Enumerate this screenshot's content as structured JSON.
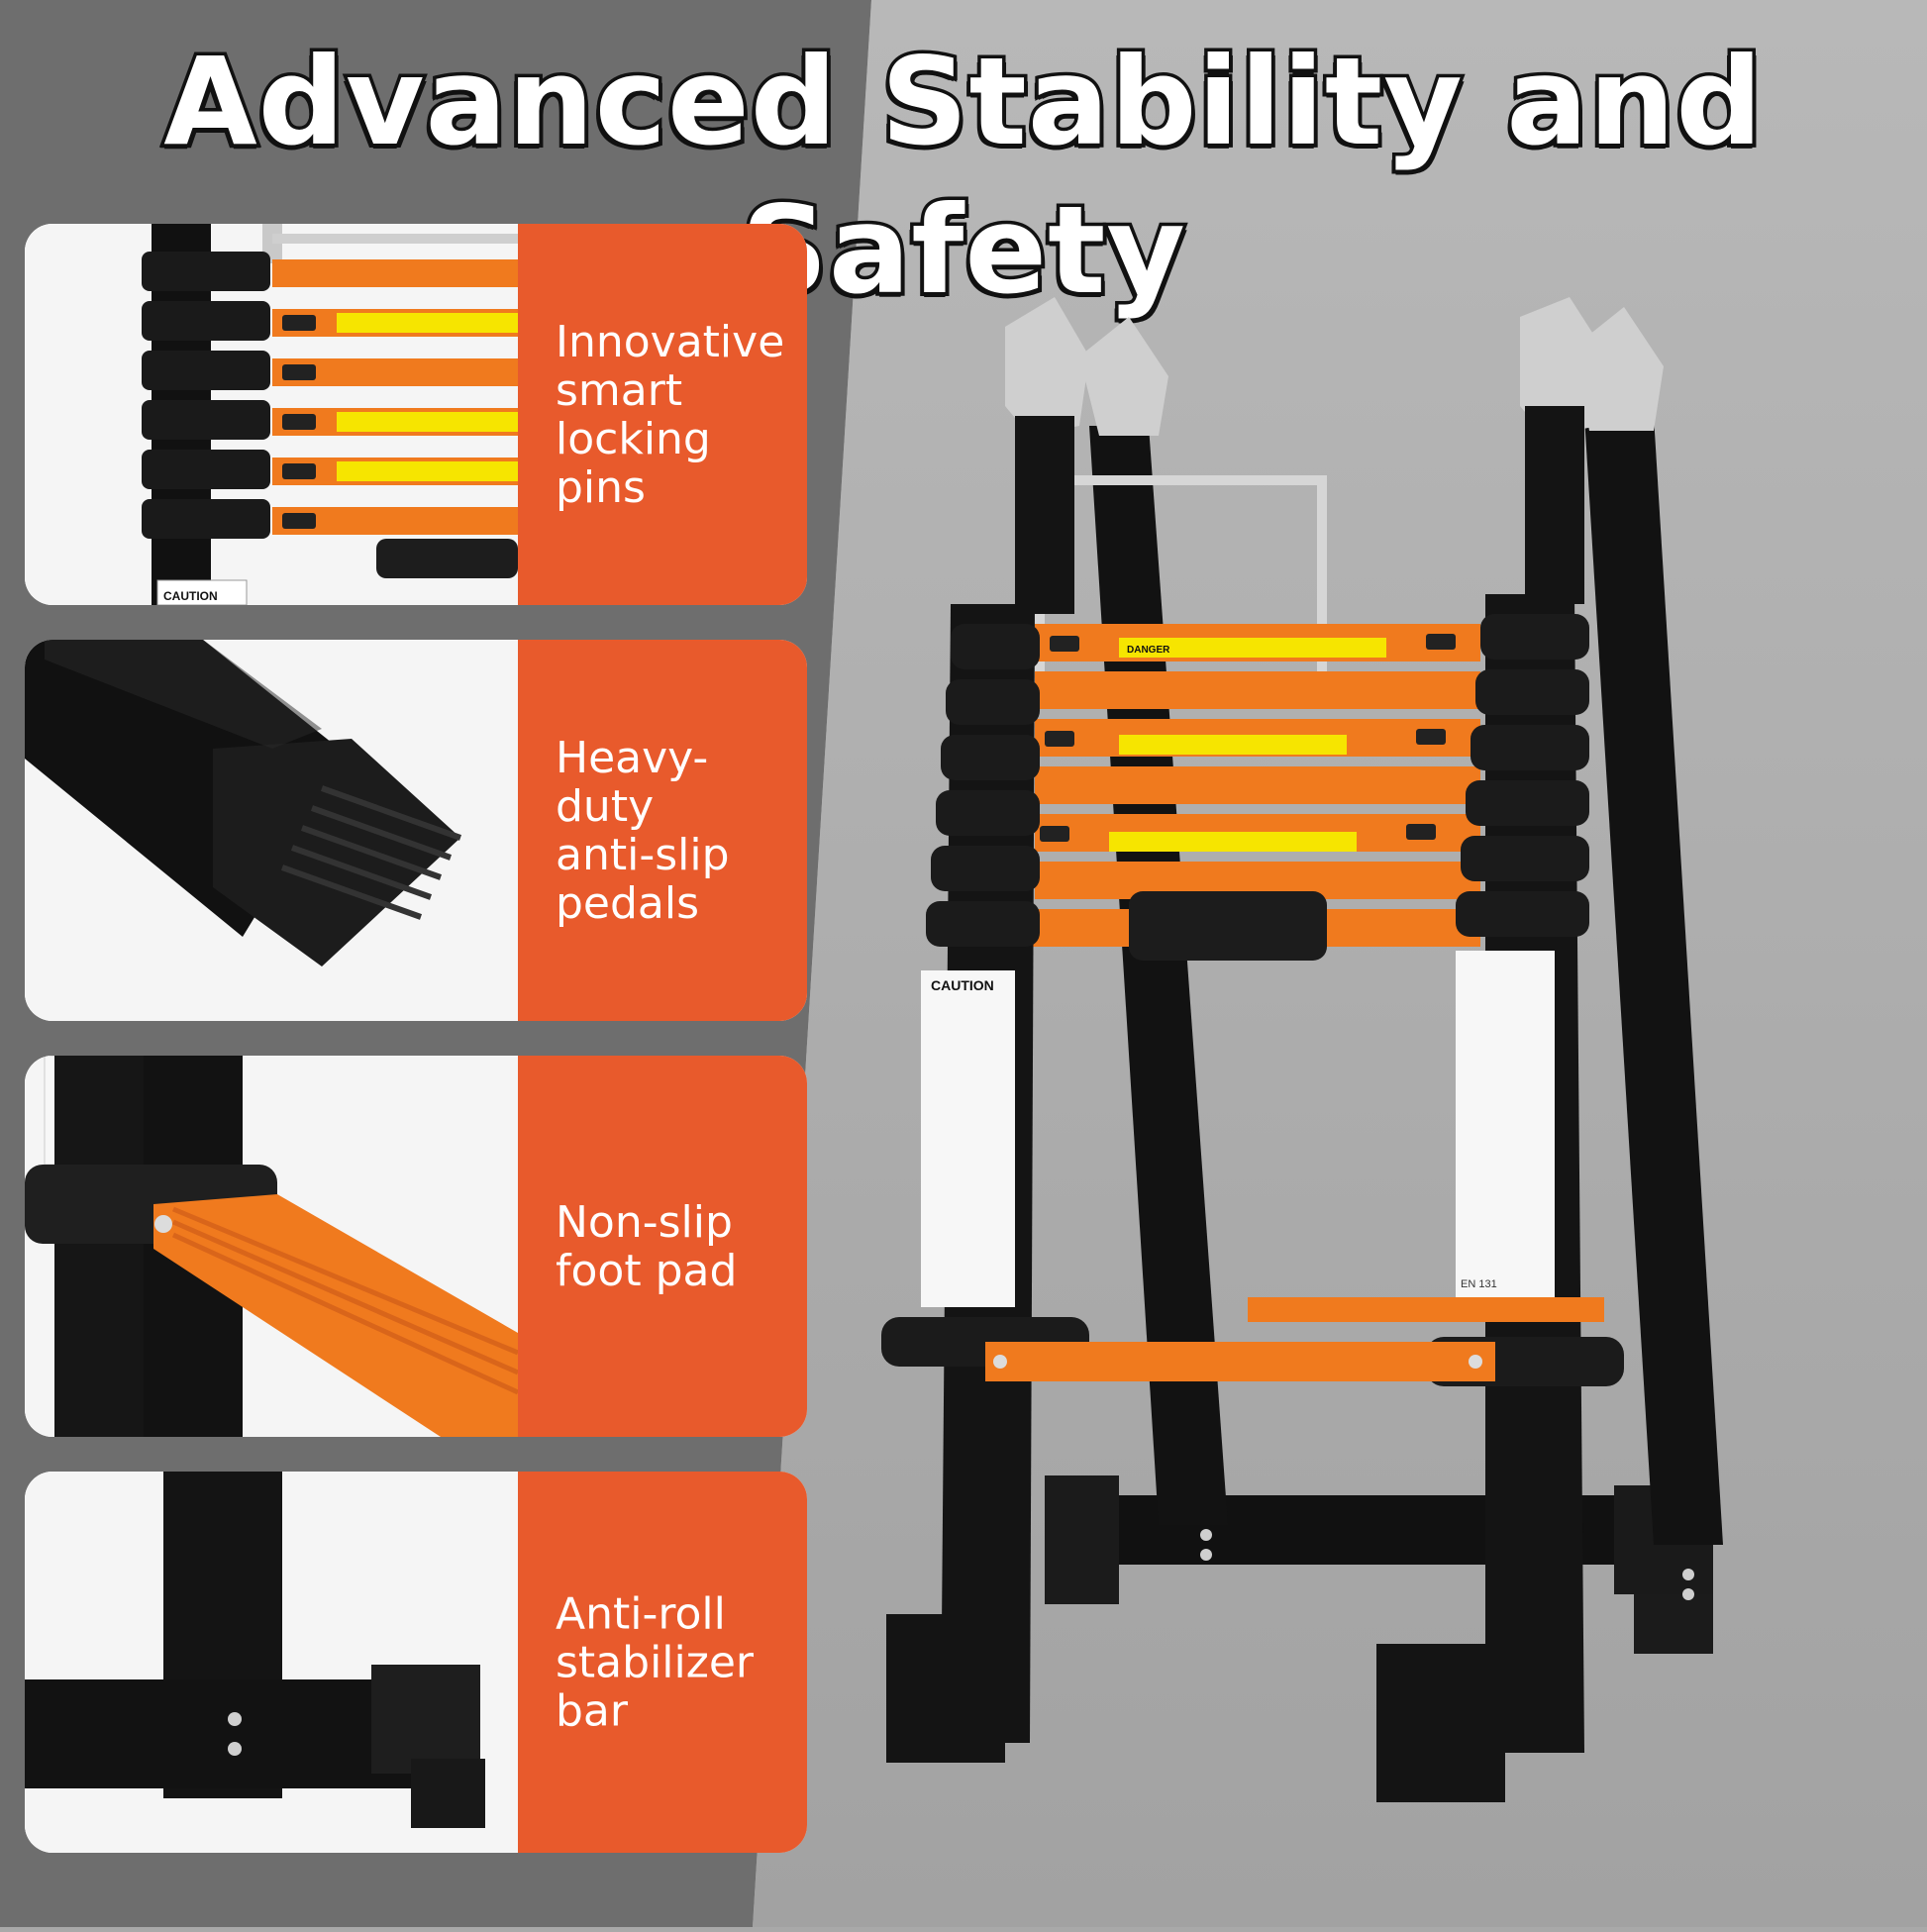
{
  "headline": "Advanced Stability and Safety",
  "features": [
    {
      "text": "Innovative\nsmart\nlocking pins",
      "icon": "locking-pins-closeup"
    },
    {
      "text": "Heavy-duty\nanti-slip\npedals",
      "icon": "foot-cap-closeup"
    },
    {
      "text": "Non-slip\nfoot pad",
      "icon": "rung-closeup"
    },
    {
      "text": "Anti-roll\nstabilizer\nbar",
      "icon": "stabilizer-bar-closeup"
    }
  ],
  "ladder_labels": {
    "danger": "DANGER",
    "caution": "CAUTION",
    "standard": "EN 131"
  },
  "colors": {
    "accent_orange": "#e85a2c",
    "rung_orange": "#f07a1e",
    "tube_black": "#151515",
    "backdrop_dark": "#6e6e6e",
    "backdrop_light": "#ababab"
  }
}
